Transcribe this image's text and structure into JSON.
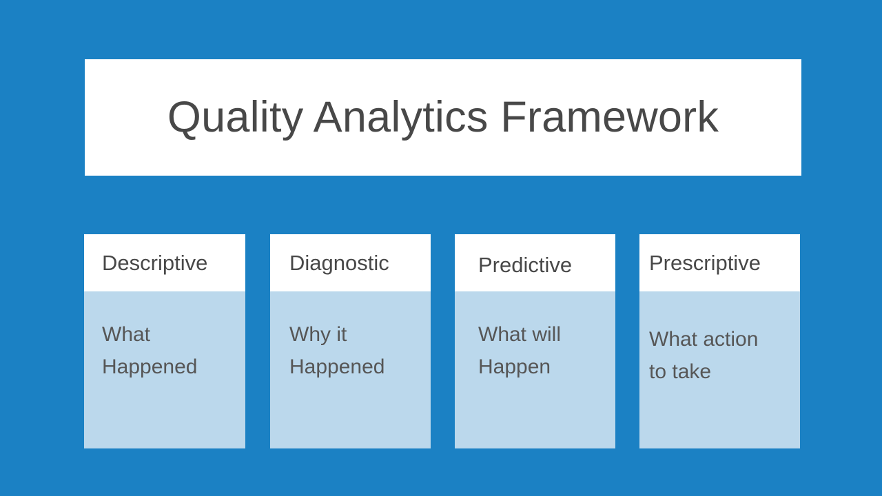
{
  "slide": {
    "background_color": "#1B81C4",
    "title": "Quality Analytics Framework"
  },
  "theme": {
    "background_blue": "#1B81C4",
    "card_header_bg": "#FFFFFF",
    "card_body_bg": "#BBD8EC",
    "heading_text_color": "#484848",
    "body_text_color": "#565656"
  },
  "cards": [
    {
      "header": "Descriptive",
      "body": "What\nHappened"
    },
    {
      "header": "Diagnostic",
      "body": "Why it\nHappened"
    },
    {
      "header": "Predictive",
      "body": "What will\nHappen"
    },
    {
      "header": "Prescriptive",
      "body": "What action\nto take"
    }
  ]
}
